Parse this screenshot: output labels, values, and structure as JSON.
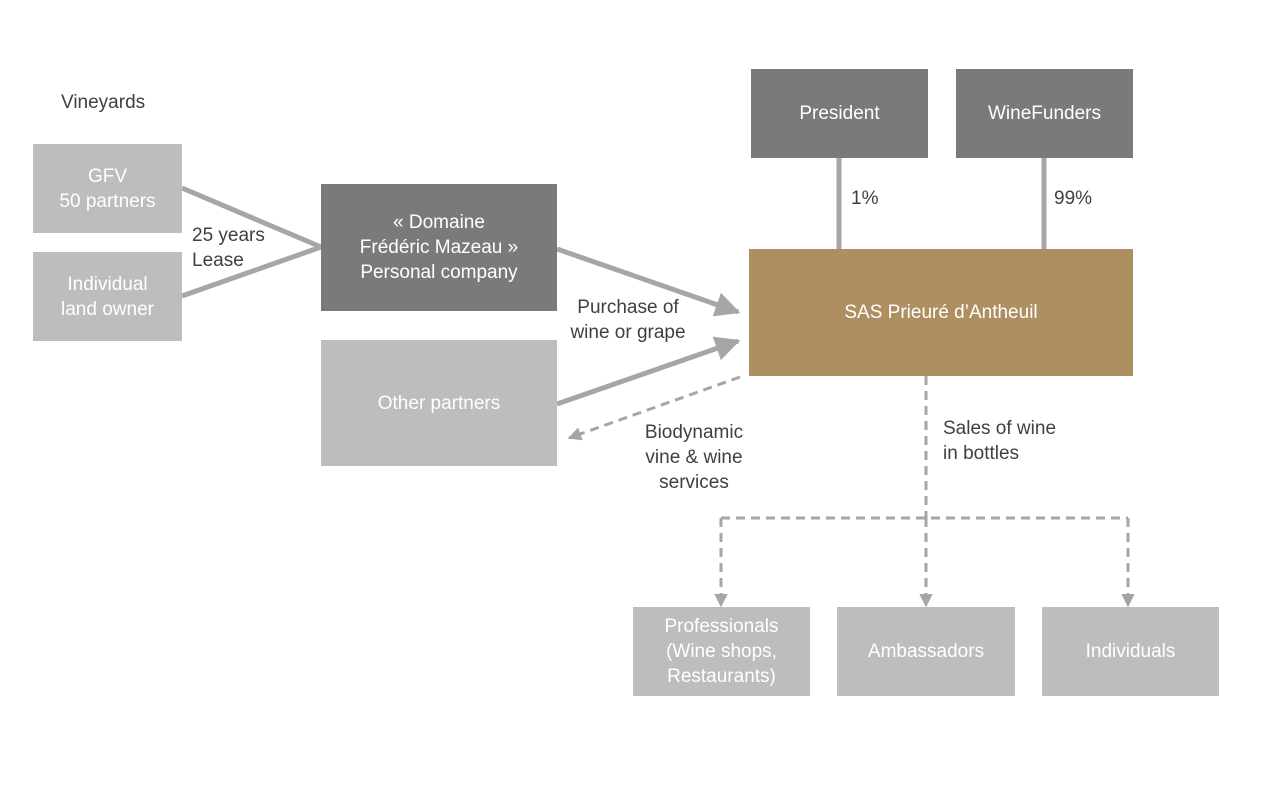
{
  "vineyards_heading": "Vineyards",
  "boxes": {
    "gfv": "GFV\n50 partners",
    "individual_land_owner": "Individual\nland owner",
    "domaine": "« Domaine\nFrédéric Mazeau »\nPersonal company",
    "other_partners": "Other partners",
    "president": "President",
    "winefunders": "WineFunders",
    "sas": "SAS Prieuré d’Antheuil",
    "professionals": "Professionals\n(Wine shops,\nRestaurants)",
    "ambassadors": "Ambassadors",
    "individuals": "Individuals"
  },
  "labels": {
    "lease": "25 years\nLease",
    "purchase": "Purchase of\nwine or grape",
    "biodynamic": "Biodynamic\nvine & wine\nservices",
    "sales": "Sales of wine\nin bottles",
    "president_share": "1%",
    "winefunders_share": "99%"
  },
  "colors": {
    "light_box": "#bdbdbd",
    "dark_box": "#7a7a7a",
    "gold_box": "#ad8f62",
    "connector": "#a6a6a6",
    "text": "#404040"
  }
}
